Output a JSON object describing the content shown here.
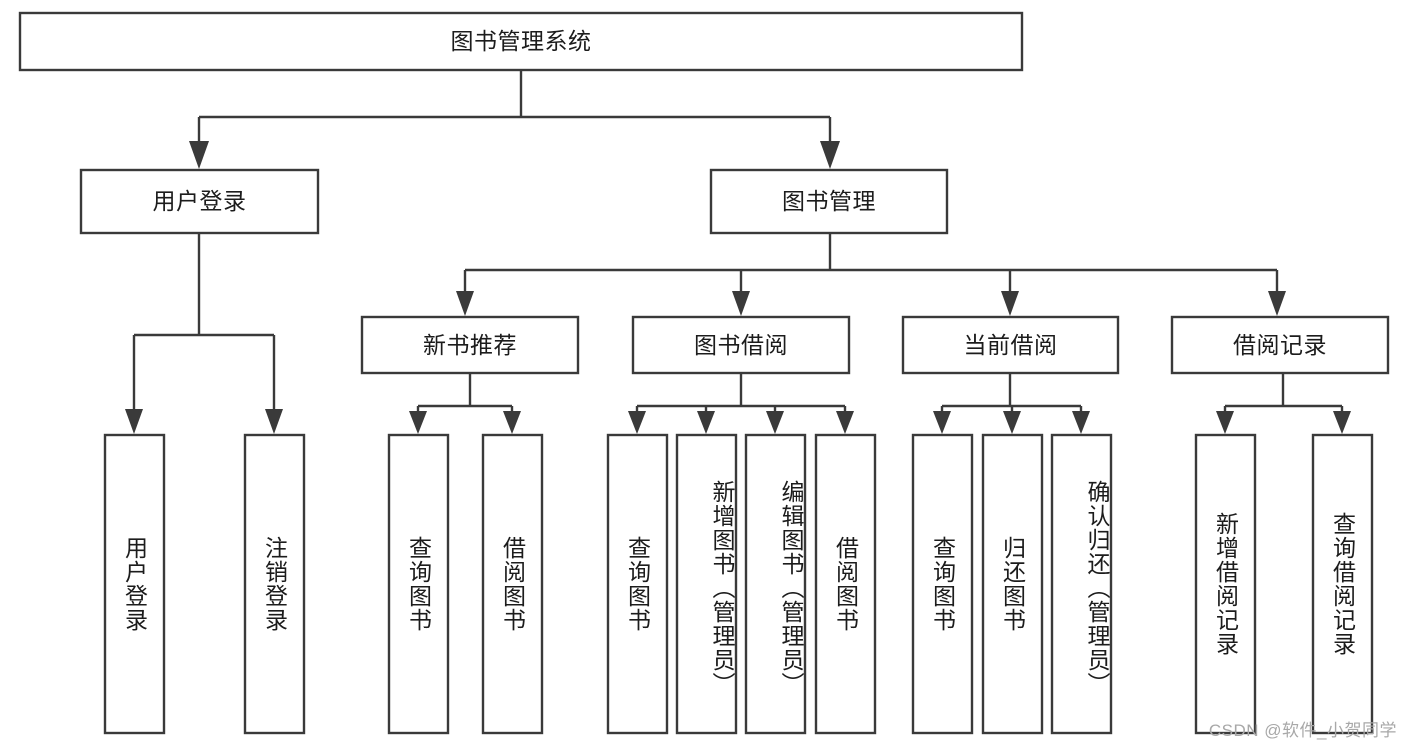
{
  "diagram": {
    "type": "tree-hierarchy-chart",
    "title": "图书管理系统",
    "watermark": "CSDN @软件_小贺同学",
    "colors": {
      "background": "#ffffff",
      "box_fill": "#ffffff",
      "box_stroke": "#3a3a3a",
      "connector": "#3a3a3a",
      "text": "#1c1c1c",
      "watermark": "#a8a8a8"
    },
    "root": {
      "label": "图书管理系统",
      "orientation": "horizontal"
    },
    "level1": [
      {
        "label": "用户登录",
        "orientation": "horizontal"
      },
      {
        "label": "图书管理",
        "orientation": "horizontal"
      }
    ],
    "level2": [
      {
        "label": "新书推荐",
        "orientation": "horizontal"
      },
      {
        "label": "图书借阅",
        "orientation": "horizontal"
      },
      {
        "label": "当前借阅",
        "orientation": "horizontal"
      },
      {
        "label": "借阅记录",
        "orientation": "horizontal"
      }
    ],
    "leaves": {
      "user_login": [
        {
          "label": "用户登录",
          "orientation": "vertical"
        },
        {
          "label": "注销登录",
          "orientation": "vertical"
        }
      ],
      "new_book_recommend": [
        {
          "label": "查询图书",
          "orientation": "vertical"
        },
        {
          "label": "借阅图书",
          "orientation": "vertical"
        }
      ],
      "book_borrow": [
        {
          "label": "查询图书",
          "orientation": "vertical"
        },
        {
          "label": "新增图书（管理员）",
          "orientation": "vertical"
        },
        {
          "label": "编辑图书（管理员）",
          "orientation": "vertical"
        },
        {
          "label": "借阅图书",
          "orientation": "vertical"
        }
      ],
      "current_borrow": [
        {
          "label": "查询图书",
          "orientation": "vertical"
        },
        {
          "label": "归还图书",
          "orientation": "vertical"
        },
        {
          "label": "确认归还（管理员）",
          "orientation": "vertical"
        }
      ],
      "borrow_record": [
        {
          "label": "新增借阅记录",
          "orientation": "vertical"
        },
        {
          "label": "查询借阅记录",
          "orientation": "vertical"
        }
      ]
    }
  }
}
